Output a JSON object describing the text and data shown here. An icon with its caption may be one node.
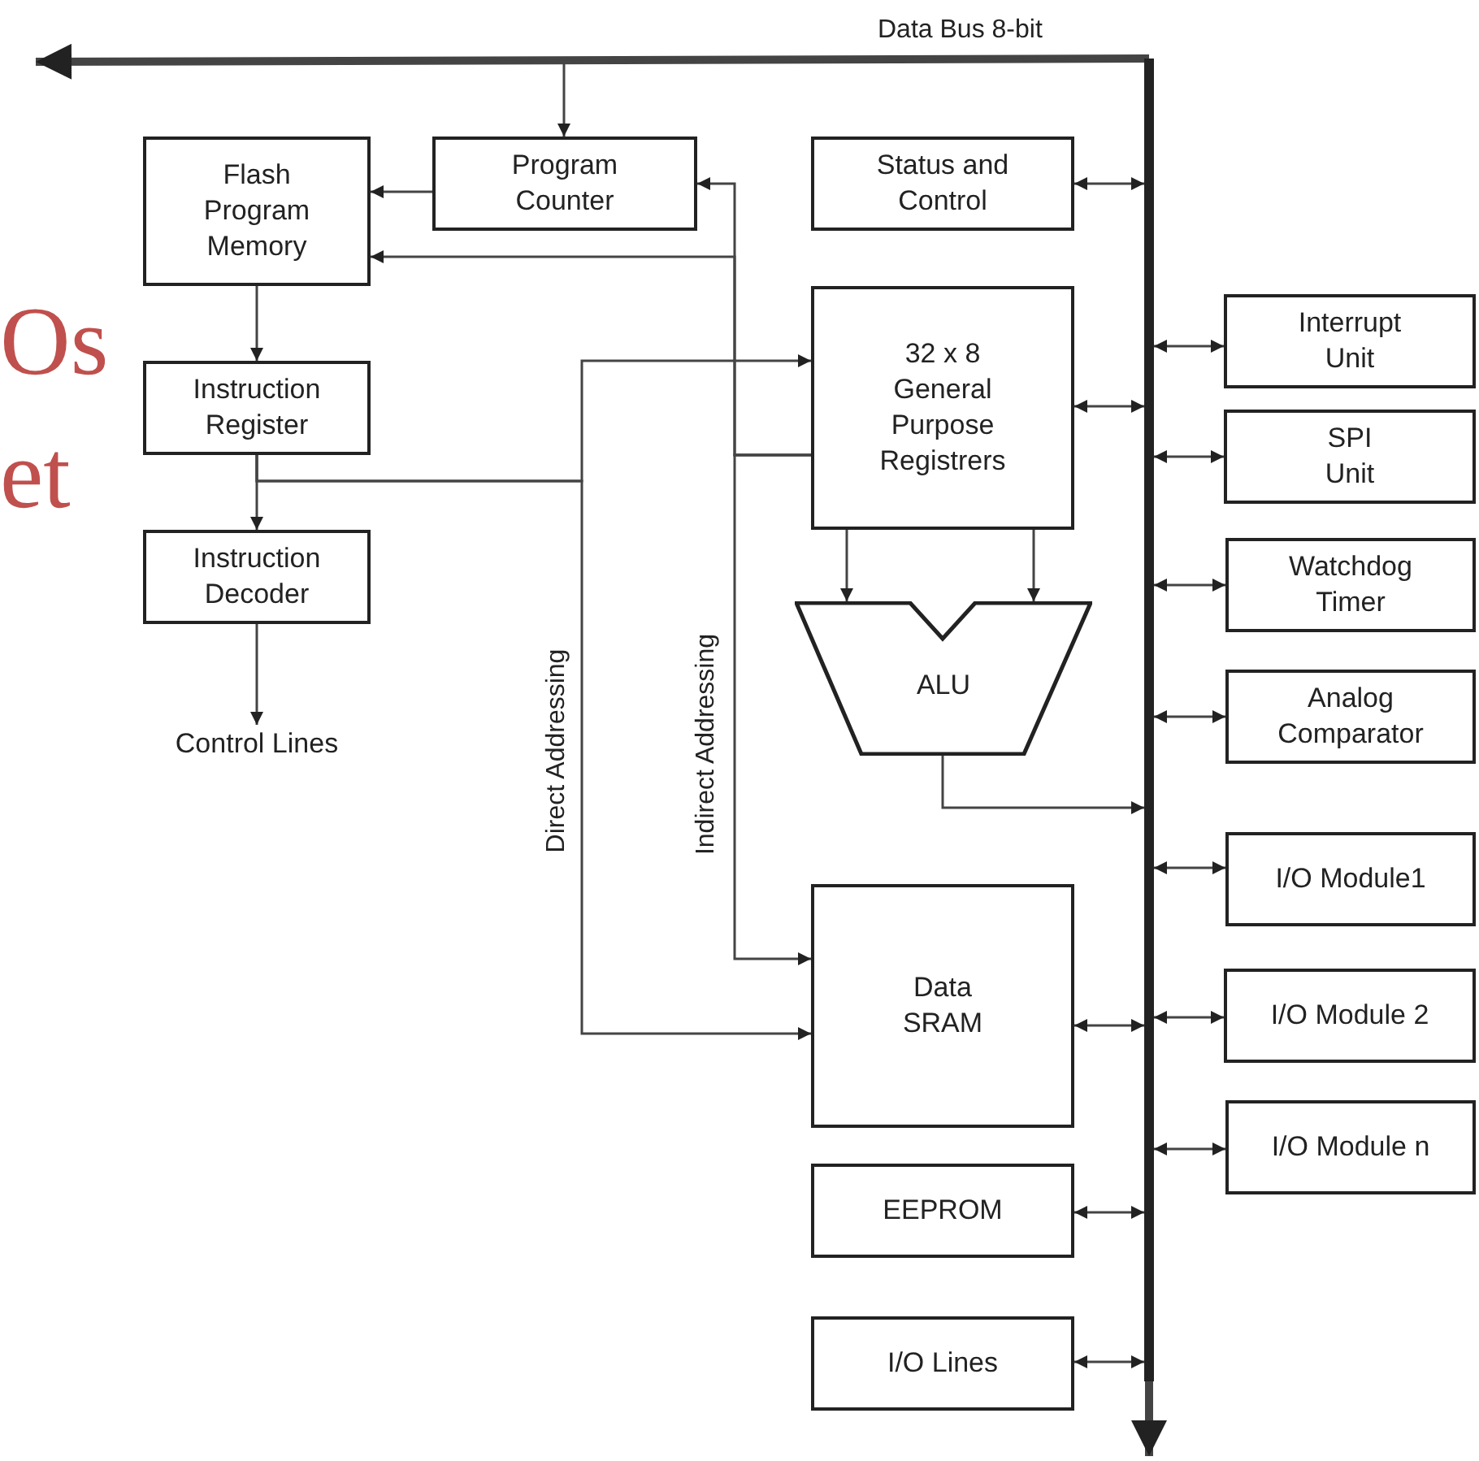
{
  "diagram": {
    "nodes": [
      {
        "text": [
          "Flash Program Memory"
        ]
      },
      {
        "text": [
          "Program Counter"
        ]
      },
      {
        "text": [
          "Instruction Register"
        ]
      },
      {
        "text": [
          "Instruction Decoder"
        ]
      },
      {
        "text": [
          "Control Lines"
        ]
      },
      {
        "text": [
          "Status and Control"
        ]
      },
      {
        "text": [
          "32 x 8 General Purpose Registrers"
        ]
      },
      {
        "text": [
          "ALU"
        ]
      },
      {
        "text": [
          "Data SRAM"
        ]
      },
      {
        "text": [
          "EEPROM"
        ]
      },
      {
        "text": [
          "I/O Lines"
        ]
      },
      {
        "text": [
          "Interrupt Unit"
        ]
      },
      {
        "text": [
          "SPI Unit"
        ]
      },
      {
        "text": [
          "Watchdog Timer"
        ]
      },
      {
        "text": [
          "Analog Comparator"
        ]
      },
      {
        "text": [
          "I/O Module1"
        ]
      },
      {
        "text": [
          "I/O Module 2"
        ]
      },
      {
        "text": [
          "I/O Module n"
        ]
      },
      {
        "text": [],
        "shape": "bar",
        "beside": [
          "Data Bus 8-bit"
        ]
      }
    ],
    "edges": [
      {
        "from": 18,
        "to": null,
        "arrow": "to",
        "style": "thick"
      },
      {
        "from": 18,
        "to": null,
        "arrow": "to",
        "style": "thick"
      },
      {
        "from": 18,
        "to": 1,
        "arrow": "to"
      },
      {
        "from": 1,
        "to": 0,
        "arrow": "to"
      },
      {
        "from": 0,
        "to": 2,
        "arrow": "to"
      },
      {
        "from": 2,
        "to": 3,
        "arrow": "to"
      },
      {
        "from": 3,
        "to": 4,
        "arrow": "to"
      },
      {
        "from": 2,
        "to": 6,
        "arrow": "to"
      },
      {
        "from": 2,
        "to": 8,
        "arrow": "to",
        "label": "Direct Addressing"
      },
      {
        "from": 6,
        "to": 1,
        "arrow": "to"
      },
      {
        "from": 6,
        "to": 0,
        "arrow": "to"
      },
      {
        "from": 6,
        "to": 8,
        "arrow": "to",
        "label": "Indirect Addressing"
      },
      {
        "from": 6,
        "to": 7,
        "arrow": "to"
      },
      {
        "from": 6,
        "to": 7,
        "arrow": "to"
      },
      {
        "from": 7,
        "to": 18,
        "arrow": "to"
      },
      {
        "from": 5,
        "to": 18,
        "arrow": "both"
      },
      {
        "from": 6,
        "to": 18,
        "arrow": "both"
      },
      {
        "from": 8,
        "to": 18,
        "arrow": "both"
      },
      {
        "from": 9,
        "to": 18,
        "arrow": "both"
      },
      {
        "from": 10,
        "to": 18,
        "arrow": "both"
      },
      {
        "from": 18,
        "to": 11,
        "arrow": "both"
      },
      {
        "from": 18,
        "to": 12,
        "arrow": "both"
      },
      {
        "from": 18,
        "to": 13,
        "arrow": "both"
      },
      {
        "from": 18,
        "to": 14,
        "arrow": "both"
      },
      {
        "from": 18,
        "to": 15,
        "arrow": "both"
      },
      {
        "from": 18,
        "to": 16,
        "arrow": "both"
      },
      {
        "from": 18,
        "to": 17,
        "arrow": "both"
      }
    ],
    "labels": [
      "Os",
      "et"
    ]
  }
}
